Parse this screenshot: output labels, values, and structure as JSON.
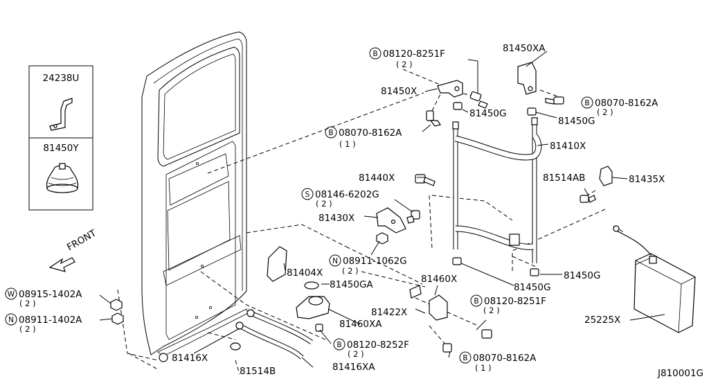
{
  "diagram": {
    "inset_parts": [
      "24238U",
      "81450Y"
    ],
    "labels": {
      "b_08120_8251F_top": "08120-8251F",
      "qty2_top": "( 2 )",
      "p_81450XA": "81450XA",
      "p_81450X": "81450X",
      "p_81450G_1": "81450G",
      "b_08070_8162A_right": "08070-8162A",
      "qty2_right": "( 2 )",
      "p_81450G_2": "81450G",
      "b_08070_8162A_mid": "08070-8162A",
      "qty1_mid": "( 1 )",
      "p_81410X": "81410X",
      "p_81440X": "81440X",
      "p_81514AB": "81514AB",
      "p_81435X": "81435X",
      "s_08146_6202G": "08146-6202G",
      "qty2_s": "( 2 )",
      "p_81430X": "81430X",
      "front": "FRONT",
      "n_08911_1062G": "08911-1062G",
      "qty2_n": "( 2 )",
      "p_81404X": "81404X",
      "p_81450GA": "81450GA",
      "p_81460X": "81460X",
      "p_81450G_3": "81450G",
      "p_81450G_4": "81450G",
      "w_08915_1402A": "08915-1402A",
      "qty2_w": "( 2 )",
      "b_08120_8251F_low": "08120-8251F",
      "qty2_b_low": "( 2 )",
      "p_81422X": "81422X",
      "p_81460XA": "81460XA",
      "n_08911_1402A": "08911-1402A",
      "qty2_n2": "( 2 )",
      "p_25225X": "25225X",
      "b_08120_8252F": "08120-8252F",
      "qty2_b2": "( 2 )",
      "p_81416X": "81416X",
      "b_08070_8162A_low": "08070-8162A",
      "qty1_low": "( 1 )",
      "p_81514B": "81514B",
      "p_81416XA": "81416XA",
      "figure_id": "J810001G"
    },
    "symbols": {
      "bolt": "B",
      "screw": "S",
      "nut": "N",
      "washer": "W"
    }
  }
}
